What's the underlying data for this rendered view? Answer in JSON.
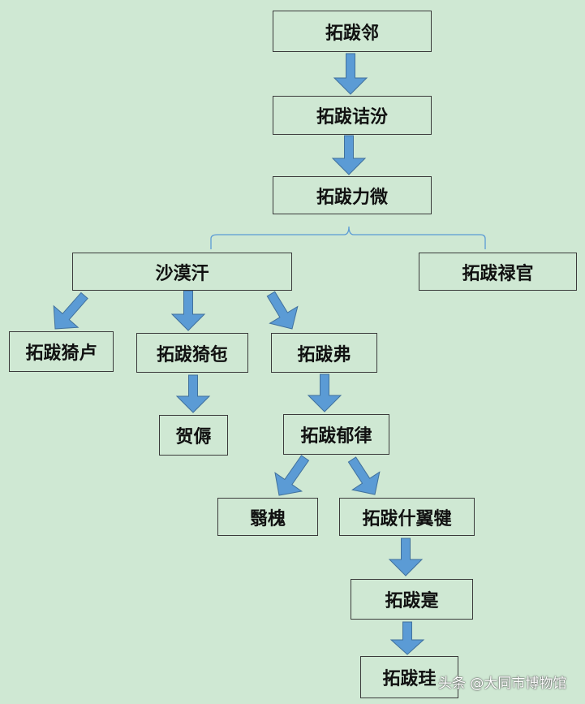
{
  "diagram": {
    "nodes": {
      "zhanglin": "拓跋邻",
      "jiefen": "拓跋诘汾",
      "liwei": "拓跋力微",
      "shamohan": "沙漠汗",
      "luguan": "拓跋禄官",
      "yilu": "拓跋猗卢",
      "yiyi": "拓跋猗㐌",
      "fu": "拓跋弗",
      "heru": "贺傉",
      "yulv": "拓跋郁律",
      "yihuai": "翳槐",
      "shenjian": "拓跋什翼犍",
      "shi": "拓跋寔",
      "gui": "拓跋珪"
    },
    "edges": [
      [
        "zhanglin",
        "jiefen"
      ],
      [
        "jiefen",
        "liwei"
      ],
      [
        "liwei",
        "shamohan"
      ],
      [
        "liwei",
        "luguan"
      ],
      [
        "shamohan",
        "yilu"
      ],
      [
        "shamohan",
        "yiyi"
      ],
      [
        "shamohan",
        "fu"
      ],
      [
        "yiyi",
        "heru"
      ],
      [
        "fu",
        "yulv"
      ],
      [
        "yulv",
        "yihuai"
      ],
      [
        "yulv",
        "shenjian"
      ],
      [
        "shenjian",
        "shi"
      ],
      [
        "shi",
        "gui"
      ]
    ],
    "colors": {
      "background": "#cfe8d3",
      "arrow_fill": "#5b9bd5",
      "arrow_stroke": "#41719c",
      "brace": "#5b9bd5",
      "border": "#3b3b3b"
    }
  },
  "watermark": "头条 @大同市博物馆"
}
